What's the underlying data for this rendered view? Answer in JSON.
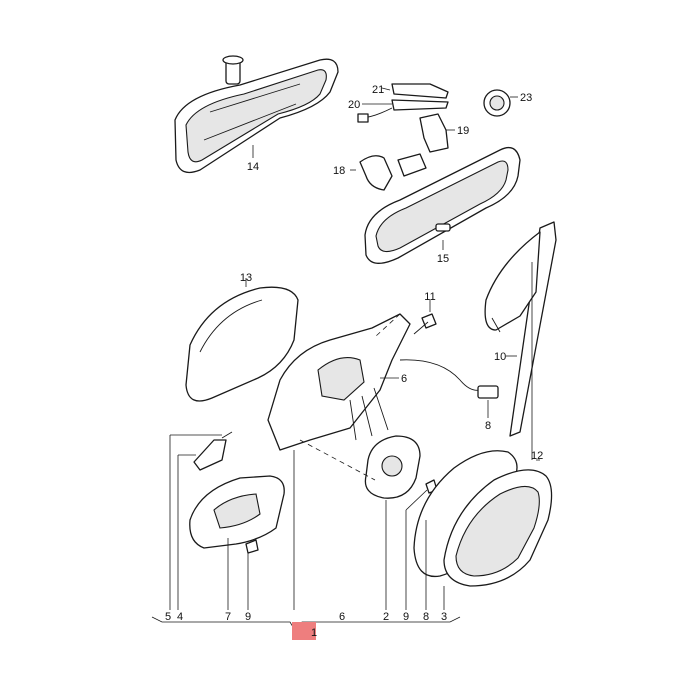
{
  "diagram": {
    "callouts": {
      "c1": "1",
      "c2": "2",
      "c3": "3",
      "c4": "4",
      "c5": "5",
      "c6": "6",
      "c7": "7",
      "c8": "8",
      "c9": "9",
      "c10": "10",
      "c11": "11",
      "c12": "12",
      "c13": "13",
      "c14": "14",
      "c15": "15",
      "c18": "18",
      "c19": "19",
      "c20": "20",
      "c21": "21",
      "c23": "23"
    },
    "bottom_row": {
      "b5": "5",
      "b4": "4",
      "b7": "7",
      "b9a": "9",
      "b6": "6",
      "b2": "2",
      "b9b": "9",
      "b8": "8",
      "b3": "3"
    },
    "highlight_color": "#ee7e7e"
  }
}
